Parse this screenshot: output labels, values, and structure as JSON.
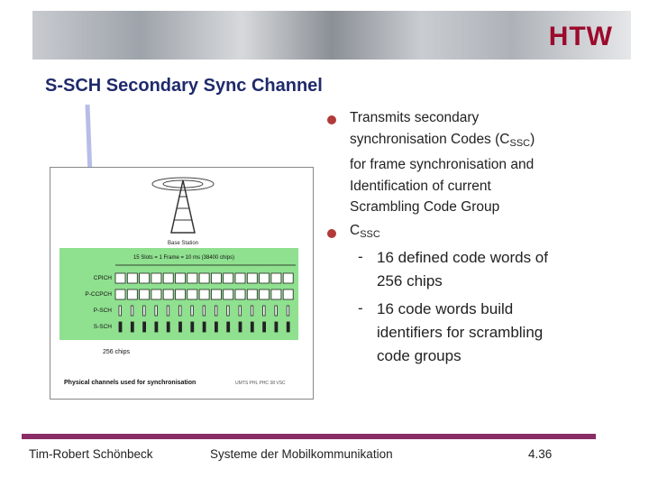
{
  "header": {
    "logo_text": "HTW"
  },
  "slide": {
    "title": "S-SCH Secondary Sync Channel"
  },
  "figure": {
    "base_station_label": "Base Station",
    "frame_label": "15 Slots = 1 Frame = 10 ms (38400 chips)",
    "channels": [
      "CPICH",
      "P-CCPCH",
      "P-SCH",
      "S-SCH"
    ],
    "chips_label": "256 chips",
    "caption": "Physical channels used for synchronisation",
    "credit": "UMTS PHL PHC 38 VSC"
  },
  "bullets": {
    "b1_lines": [
      "Transmits secondary",
      "synchronisation Codes (C",
      "for frame synchronisation and",
      "Identification of current",
      "Scrambling Code Group"
    ],
    "b1_sub": "SSC",
    "b1_close": ")",
    "b2_main": "C",
    "b2_sub": "SSC",
    "s1_lines": [
      "16 defined code words of",
      "256 chips"
    ],
    "s2_lines": [
      "16 code words build",
      "identifiers for scrambling",
      "code groups"
    ],
    "dash": "-"
  },
  "footer": {
    "author": "Tim-Robert Schönbeck",
    "course": "Systeme der Mobilkommunikation",
    "page": "4.36"
  },
  "colors": {
    "title": "#1f2a6b",
    "bullet": "#b23a3a",
    "footer_bar": "#8a2c66",
    "diagram_green": "#8fe08f",
    "logo": "#9c0a2c"
  }
}
